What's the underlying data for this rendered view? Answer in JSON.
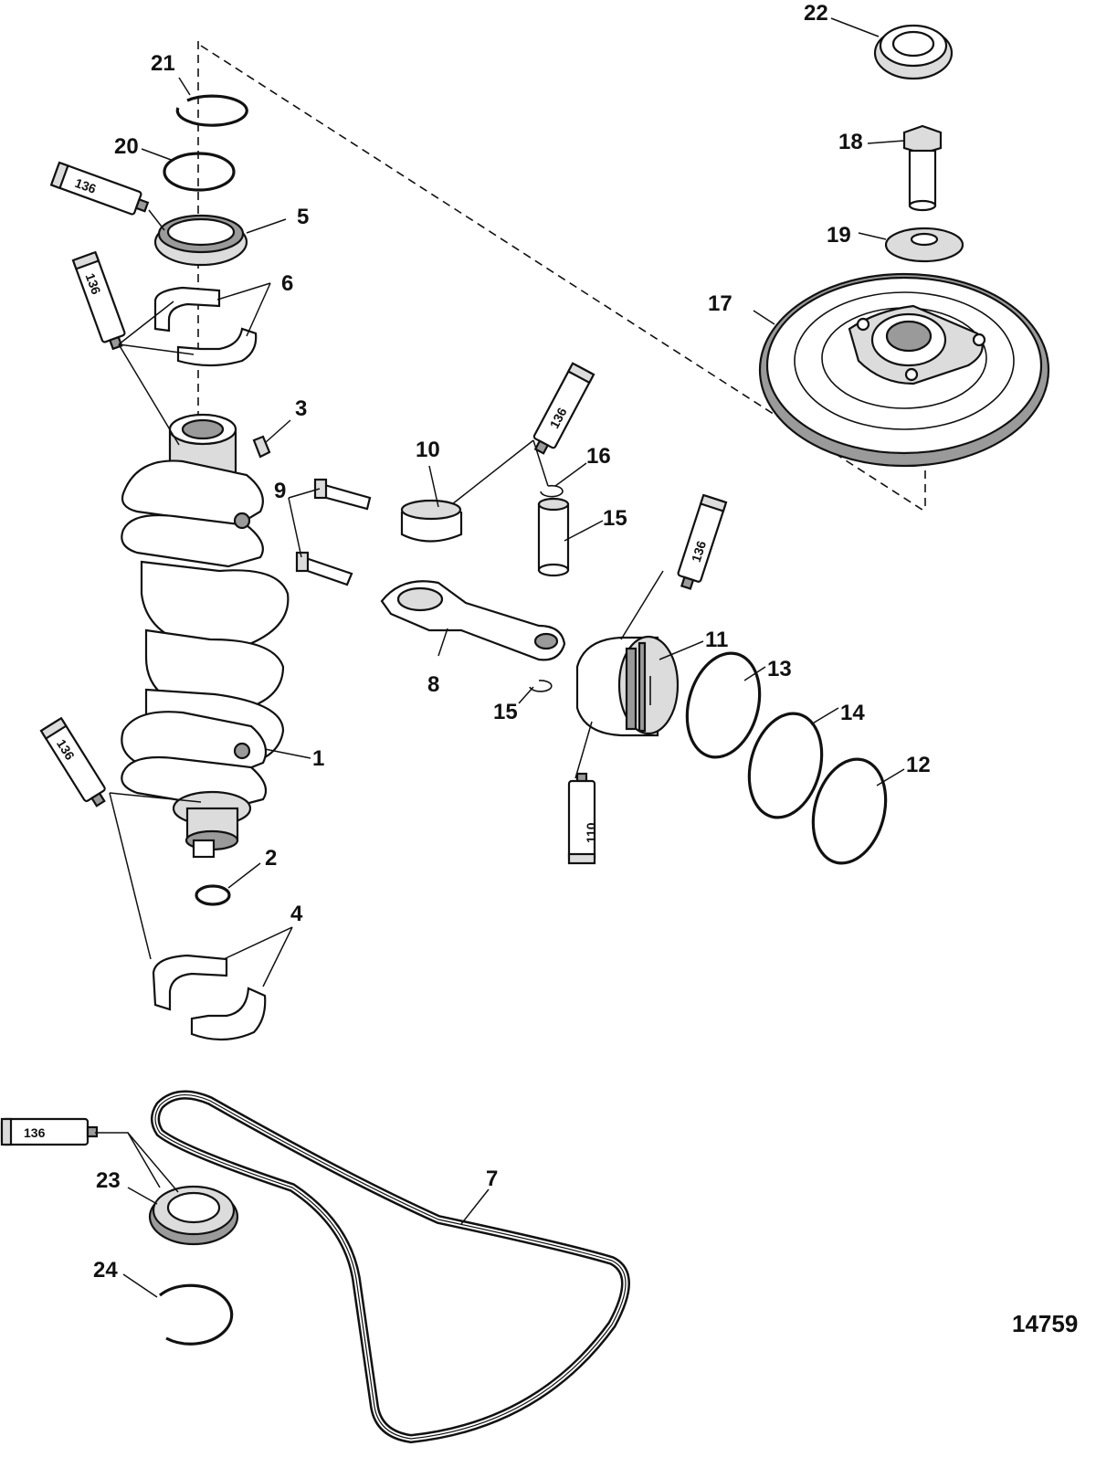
{
  "figure_number": "14759",
  "callouts": {
    "c1": "1",
    "c2": "2",
    "c3": "3",
    "c4": "4",
    "c5": "5",
    "c6": "6",
    "c7": "7",
    "c8": "8",
    "c9": "9",
    "c10": "10",
    "c11": "11",
    "c12": "12",
    "c13": "13",
    "c14": "14",
    "c15a": "15",
    "c15b": "15",
    "c16": "16",
    "c17": "17",
    "c18": "18",
    "c19": "19",
    "c20": "20",
    "c21": "21",
    "c22": "22",
    "c23": "23",
    "c24": "24"
  },
  "lubricant_tubes": {
    "t1": "136",
    "t2": "136",
    "t3": "136",
    "t4": "136",
    "t5": "136",
    "t6": "136",
    "t7": "110"
  }
}
